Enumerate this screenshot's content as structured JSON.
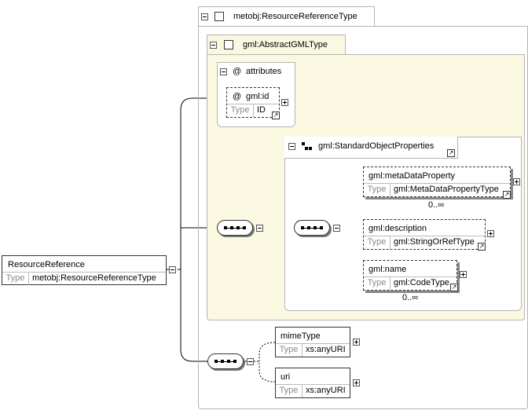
{
  "outer_tab": {
    "label": "metobj:ResourceReferenceType"
  },
  "inner_tab": {
    "label": "gml:AbstractGMLType"
  },
  "attributes_group": {
    "label": "attributes",
    "icon": "@"
  },
  "gml_id": {
    "name": "gml:id",
    "icon": "@",
    "type_label": "Type",
    "type_value": "ID"
  },
  "std_props": {
    "label": "gml:StandardObjectProperties"
  },
  "meta_data_property": {
    "name": "gml:metaDataProperty",
    "type_label": "Type",
    "type_value": "gml:MetaDataPropertyType",
    "occurs": "0..∞"
  },
  "description": {
    "name": "gml:description",
    "type_label": "Type",
    "type_value": "gml:StringOrRefType"
  },
  "gml_name": {
    "name": "gml:name",
    "type_label": "Type",
    "type_value": "gml:CodeType",
    "occurs": "0..∞"
  },
  "resource_reference": {
    "name": "ResourceReference",
    "type_label": "Type",
    "type_value": "metobj:ResourceReferenceType"
  },
  "mime_type": {
    "name": "mimeType",
    "type_label": "Type",
    "type_value": "xs:anyURI"
  },
  "uri": {
    "name": "uri",
    "type_label": "Type",
    "type_value": "xs:anyURI"
  },
  "colors": {
    "inner_panel_bg": "#fbf8e2",
    "border": "#b4b4b4"
  }
}
